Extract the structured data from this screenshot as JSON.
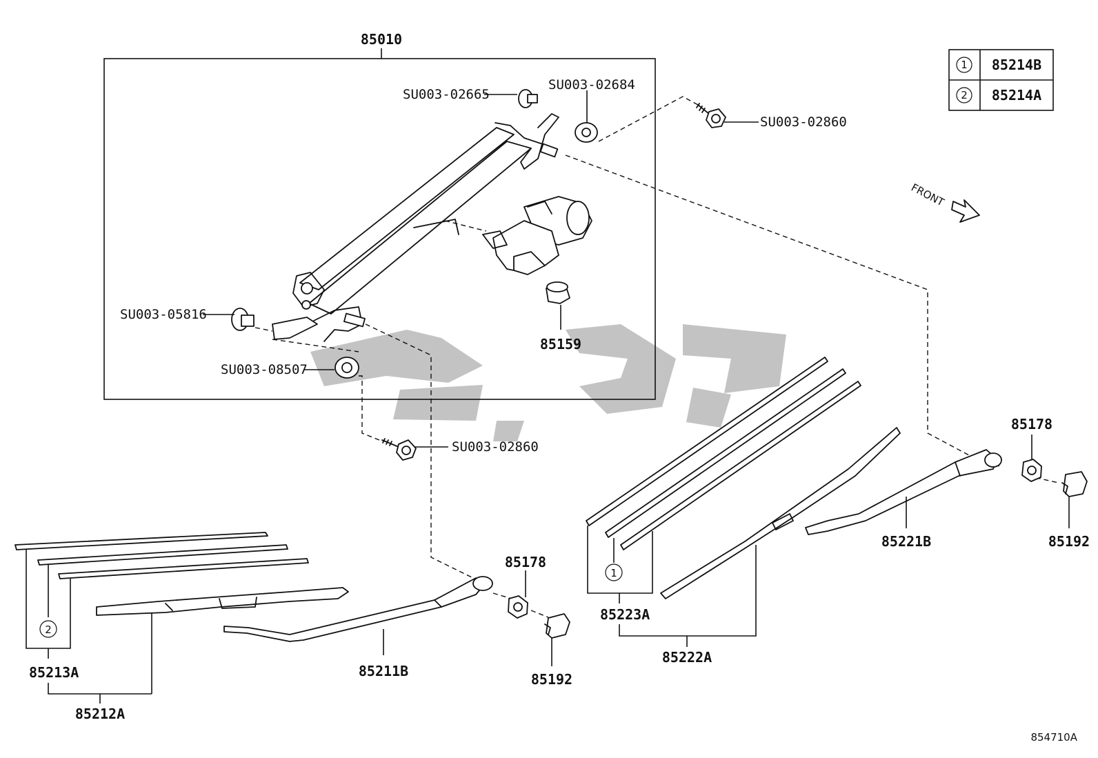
{
  "assembly": {
    "number": "85010"
  },
  "legend": [
    {
      "symbol": "1",
      "part": "85214B"
    },
    {
      "symbol": "2",
      "part": "85214A"
    }
  ],
  "fasteners": {
    "su_02665": "SU003-02665",
    "su_02684": "SU003-02684",
    "su_02860_top": "SU003-02860",
    "su_05816": "SU003-05816",
    "su_08507": "SU003-08507",
    "su_02860_mid": "SU003-02860"
  },
  "parts": {
    "p85159": "85159",
    "p85178_left": "85178",
    "p85178_right": "85178",
    "p85192_left": "85192",
    "p85192_right": "85192",
    "p85211B": "85211B",
    "p85212A": "85212A",
    "p85213A": "85213A",
    "p85221B": "85221B",
    "p85222A": "85222A",
    "p85223A": "85223A"
  },
  "callouts": {
    "left_refill": "2",
    "right_refill": "1"
  },
  "front_label": "FRONT",
  "drawing_number": "854710A",
  "colors": {
    "line": "#111111",
    "watermark": "#b8b8b8"
  }
}
